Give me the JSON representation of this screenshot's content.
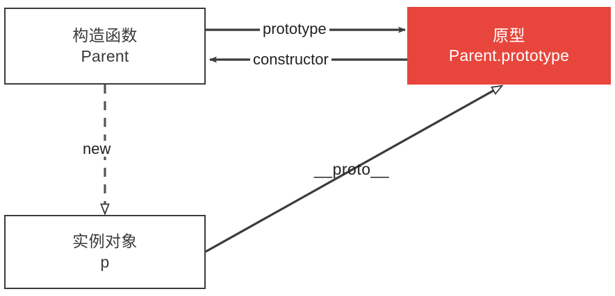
{
  "diagram": {
    "title": "JavaScript prototype chain diagram",
    "colors": {
      "accent": "#e8463c",
      "node_border": "#3b3b3b",
      "node_text": "#3a3a3a",
      "accent_text": "#ffffff",
      "edge": "#3b3b3b",
      "background": "#ffffff"
    },
    "nodes": [
      {
        "id": "constructor",
        "title": "构造函数",
        "subtitle": "Parent",
        "style": "plain"
      },
      {
        "id": "prototype",
        "title": "原型",
        "subtitle": "Parent.prototype",
        "style": "accent"
      },
      {
        "id": "instance",
        "title": "实例对象",
        "subtitle": "p",
        "style": "plain"
      }
    ],
    "edges": [
      {
        "id": "prototype",
        "label": "prototype",
        "from": "constructor",
        "to": "prototype",
        "line": "solid",
        "arrowhead": "filled"
      },
      {
        "id": "constructor",
        "label": "constructor",
        "from": "prototype",
        "to": "constructor",
        "line": "solid",
        "arrowhead": "filled"
      },
      {
        "id": "new",
        "label": "new",
        "from": "constructor",
        "to": "instance",
        "line": "dashed",
        "arrowhead": "hollow"
      },
      {
        "id": "proto",
        "label": "__proto__",
        "from": "instance",
        "to": "prototype",
        "line": "solid",
        "arrowhead": "hollow"
      }
    ]
  }
}
